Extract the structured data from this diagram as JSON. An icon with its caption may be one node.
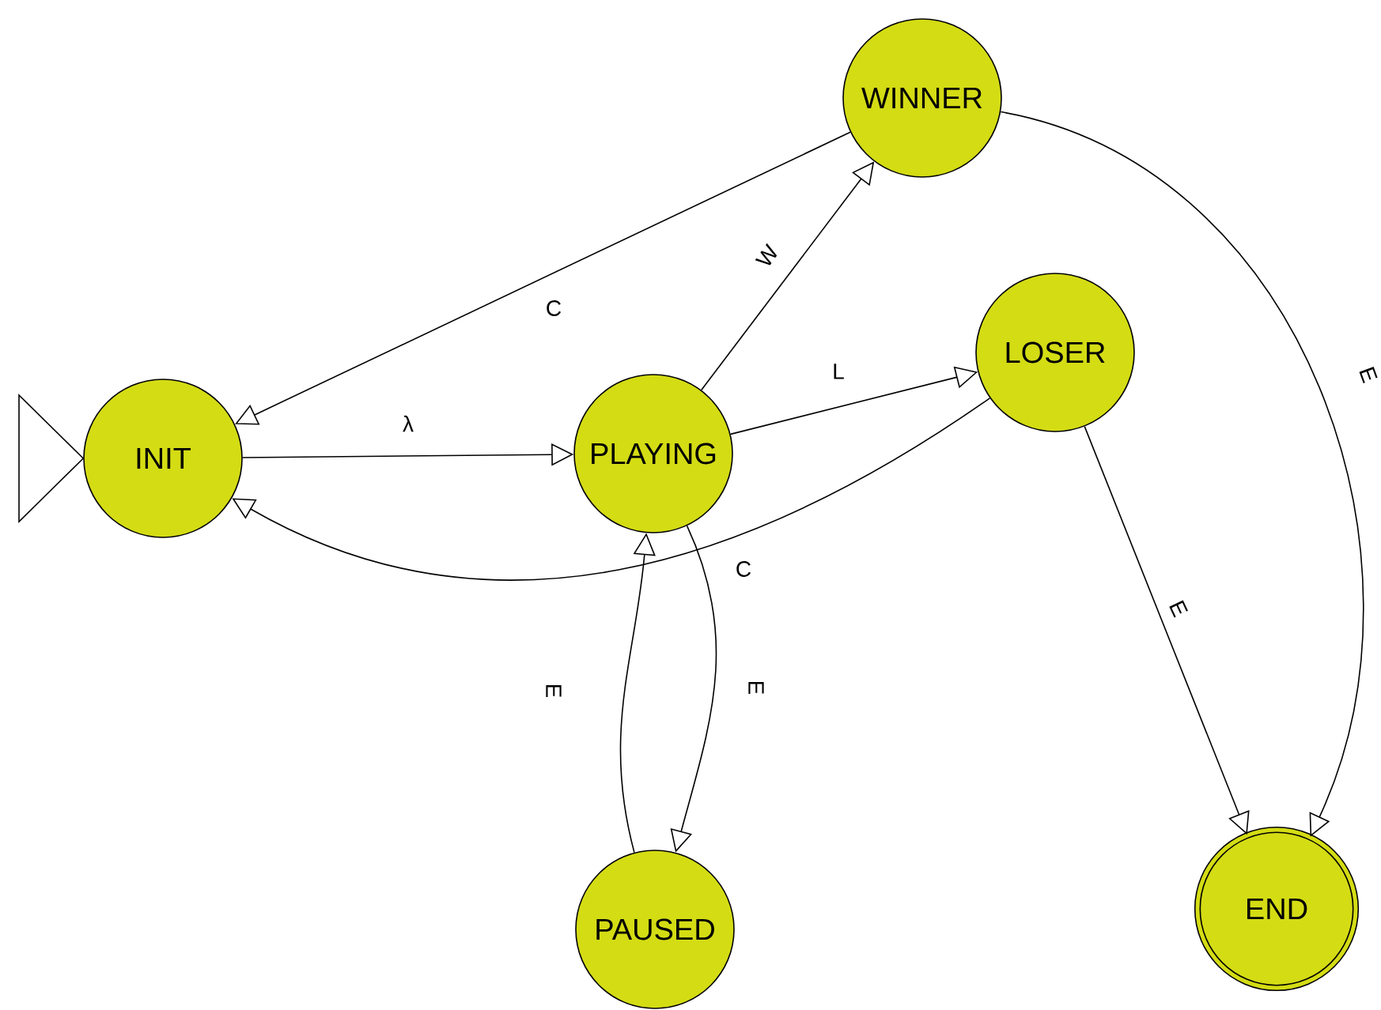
{
  "diagram": {
    "nodes": [
      {
        "text": [
          "INIT"
        ]
      },
      {
        "text": [
          "PLAYING"
        ]
      },
      {
        "text": [
          "WINNER"
        ]
      },
      {
        "text": [
          "LOSER"
        ]
      },
      {
        "text": [
          "PAUSED"
        ]
      },
      {
        "text": [
          "END"
        ]
      }
    ],
    "edges": [
      {
        "from": null,
        "to": 0,
        "arrow": "to"
      },
      {
        "from": 0,
        "to": 1,
        "arrow": "to",
        "label": "λ"
      },
      {
        "from": 1,
        "to": 2,
        "arrow": "to",
        "label": "W"
      },
      {
        "from": 2,
        "to": 0,
        "arrow": "to",
        "label": "C"
      },
      {
        "from": 1,
        "to": 3,
        "arrow": "to",
        "label": "L"
      },
      {
        "from": 3,
        "to": 0,
        "arrow": "to",
        "label": "C"
      },
      {
        "from": 1,
        "to": 4,
        "arrow": "to",
        "label": "E"
      },
      {
        "from": 4,
        "to": 1,
        "arrow": "to",
        "label": "E"
      },
      {
        "from": 3,
        "to": 5,
        "arrow": "to",
        "label": "E"
      },
      {
        "from": 2,
        "to": 5,
        "arrow": "to",
        "label": "E"
      }
    ]
  }
}
